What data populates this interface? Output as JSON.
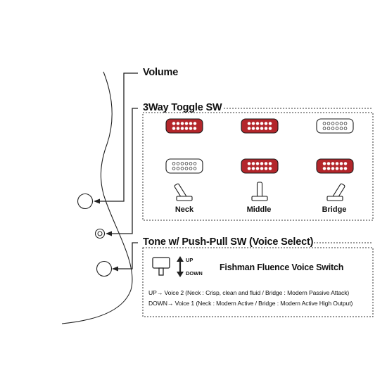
{
  "controls": {
    "volume_label": "Volume",
    "toggle_label": "3Way Toggle SW",
    "tone_label": "Tone w/ Push-Pull SW (Voice Select)"
  },
  "toggle_positions": [
    {
      "label": "Neck",
      "neck_active": true,
      "bridge_active": false
    },
    {
      "label": "Middle",
      "neck_active": true,
      "bridge_active": true
    },
    {
      "label": "Bridge",
      "neck_active": false,
      "bridge_active": true
    }
  ],
  "voice_switch": {
    "up_label": "UP",
    "down_label": "DOWN",
    "title": "Fishman Fluence Voice Switch",
    "up_desc": "UP→ Voice 2 (Neck : Crisp, clean and fluid / Bridge : Modern Passive Attack)",
    "down_desc": "DOWN→ Voice 1 (Neck : Modern Active / Bridge : Modern Active High Output)"
  },
  "colors": {
    "active_pickup": "#b3262b",
    "inactive_pickup": "#ffffff",
    "line": "#1a1a1a"
  }
}
